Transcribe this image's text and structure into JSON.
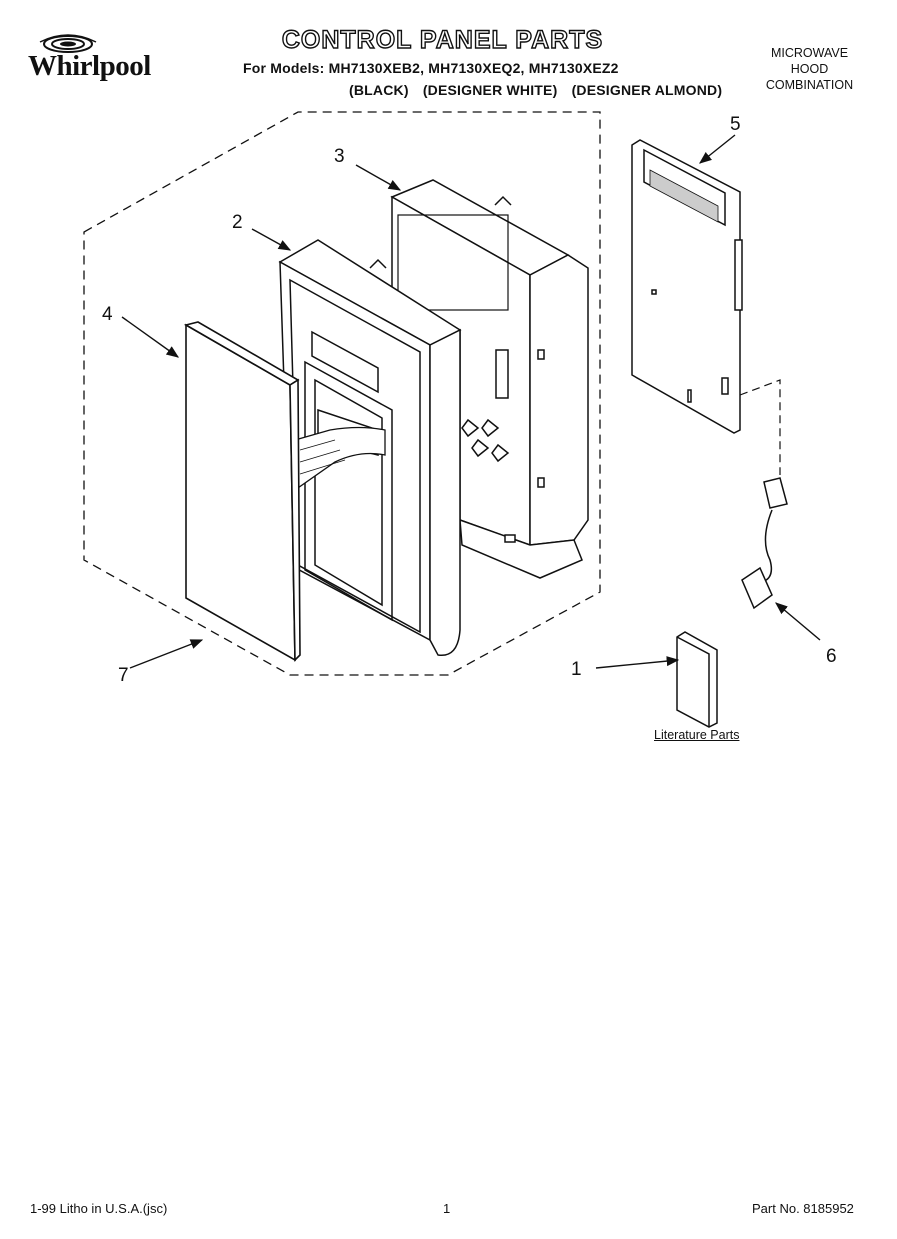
{
  "brand": {
    "name": "Whirlpool"
  },
  "header": {
    "title": "CONTROL PANEL PARTS",
    "models_line": "For Models: MH7130XEB2, MH7130XEQ2, MH7130XEZ2",
    "variants": [
      "(BLACK)",
      "(DESIGNER WHITE)",
      "(DESIGNER ALMOND)"
    ],
    "product_lines": [
      "MICROWAVE",
      "HOOD",
      "COMBINATION"
    ]
  },
  "diagram": {
    "callouts": [
      "1",
      "2",
      "3",
      "4",
      "5",
      "6",
      "7"
    ],
    "literature_label": "Literature Parts"
  },
  "footer": {
    "litho": "1-99 Litho in U.S.A.(jsc)",
    "page_number": "1",
    "part_number": "Part No. 8185952"
  }
}
